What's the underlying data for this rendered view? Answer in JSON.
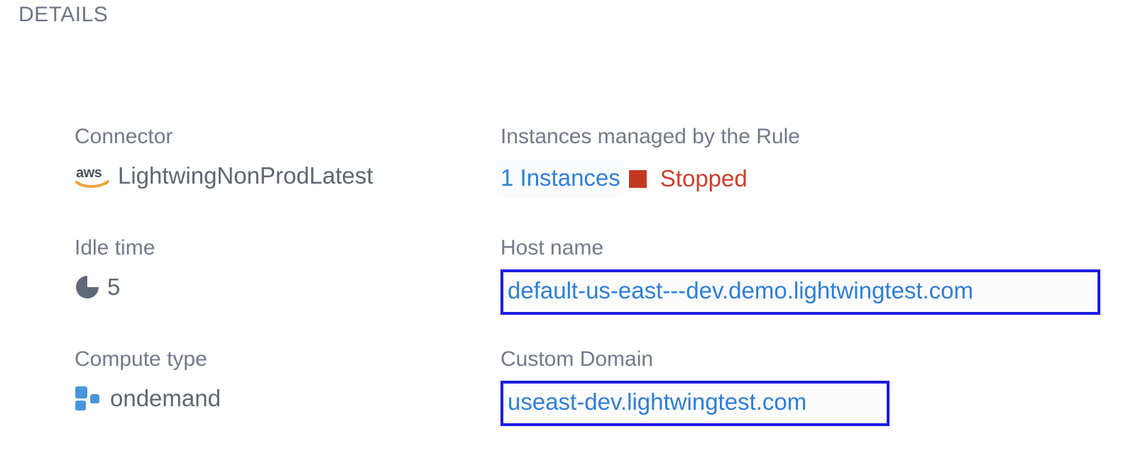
{
  "section": {
    "title": "DETAILS"
  },
  "colors": {
    "header_text": "#6e7586",
    "label_text": "#72798a",
    "value_text": "#5f6673",
    "link_blue": "#2f7ed8",
    "highlight_border": "#1b1be4",
    "status_red": "#c9402c",
    "status_square": "#c3391f",
    "aws_orange": "#f2a33c",
    "aws_dark": "#4b5160",
    "compute_blue": "#4a95da"
  },
  "fields": [
    {
      "label": "Connector",
      "value": "LightwingNonProdLatest",
      "icon": "aws-logo-icon"
    },
    {
      "label": "Instances managed by the Rule",
      "link": "1 Instances",
      "status": "Stopped",
      "status_icon": "stopped-square-icon"
    },
    {
      "label": "Idle time",
      "value": "5",
      "icon": "clock-pie-icon"
    },
    {
      "label": "Host name",
      "value": "default-us-east---dev.demo.lightwingtest.com",
      "highlighted": "true"
    },
    {
      "label": "Compute type",
      "value": "ondemand",
      "icon": "compute-blocks-icon"
    },
    {
      "label": "Custom Domain",
      "value": "useast-dev.lightwingtest.com",
      "highlighted": "true"
    }
  ]
}
